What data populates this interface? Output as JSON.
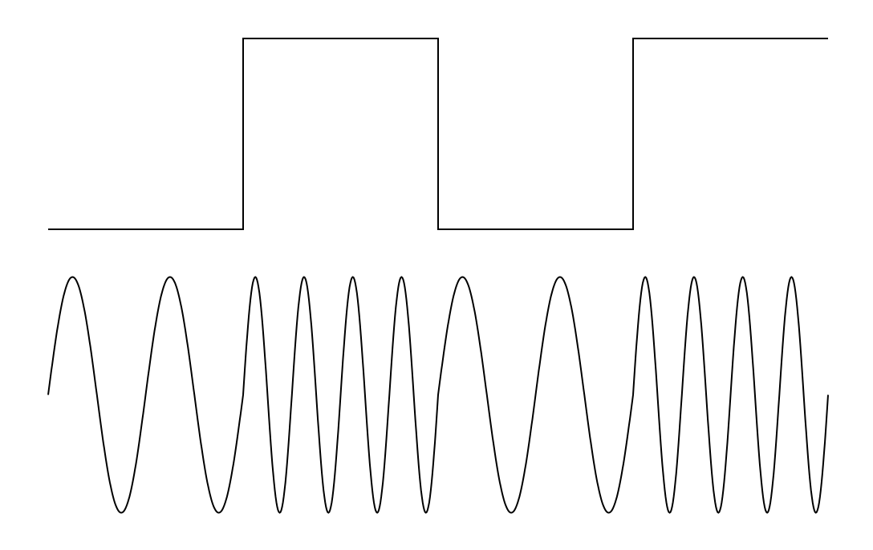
{
  "diagram": {
    "type": "fsk-modulation",
    "bits": [
      0,
      1,
      0,
      1
    ],
    "cycles_per_bit": {
      "0": 2,
      "1": 4
    },
    "line_color": "#000000",
    "background": "#ffffff"
  }
}
